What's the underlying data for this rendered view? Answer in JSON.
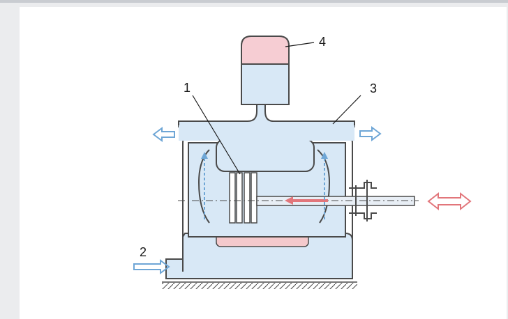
{
  "labels": {
    "piston": "1",
    "inlet": "2",
    "outlet": "3",
    "reservoir": "4"
  },
  "colors": {
    "body_fill": "#d8e8f6",
    "tank_top_fill": "#f6cdd3",
    "hot_fill": "#f4c9cc",
    "outline": "#4a4a4a",
    "blue_arrow": "#6ea6d6",
    "red_arrow": "#e2767b",
    "background": "#ebecee",
    "panel": "#ffffff"
  }
}
